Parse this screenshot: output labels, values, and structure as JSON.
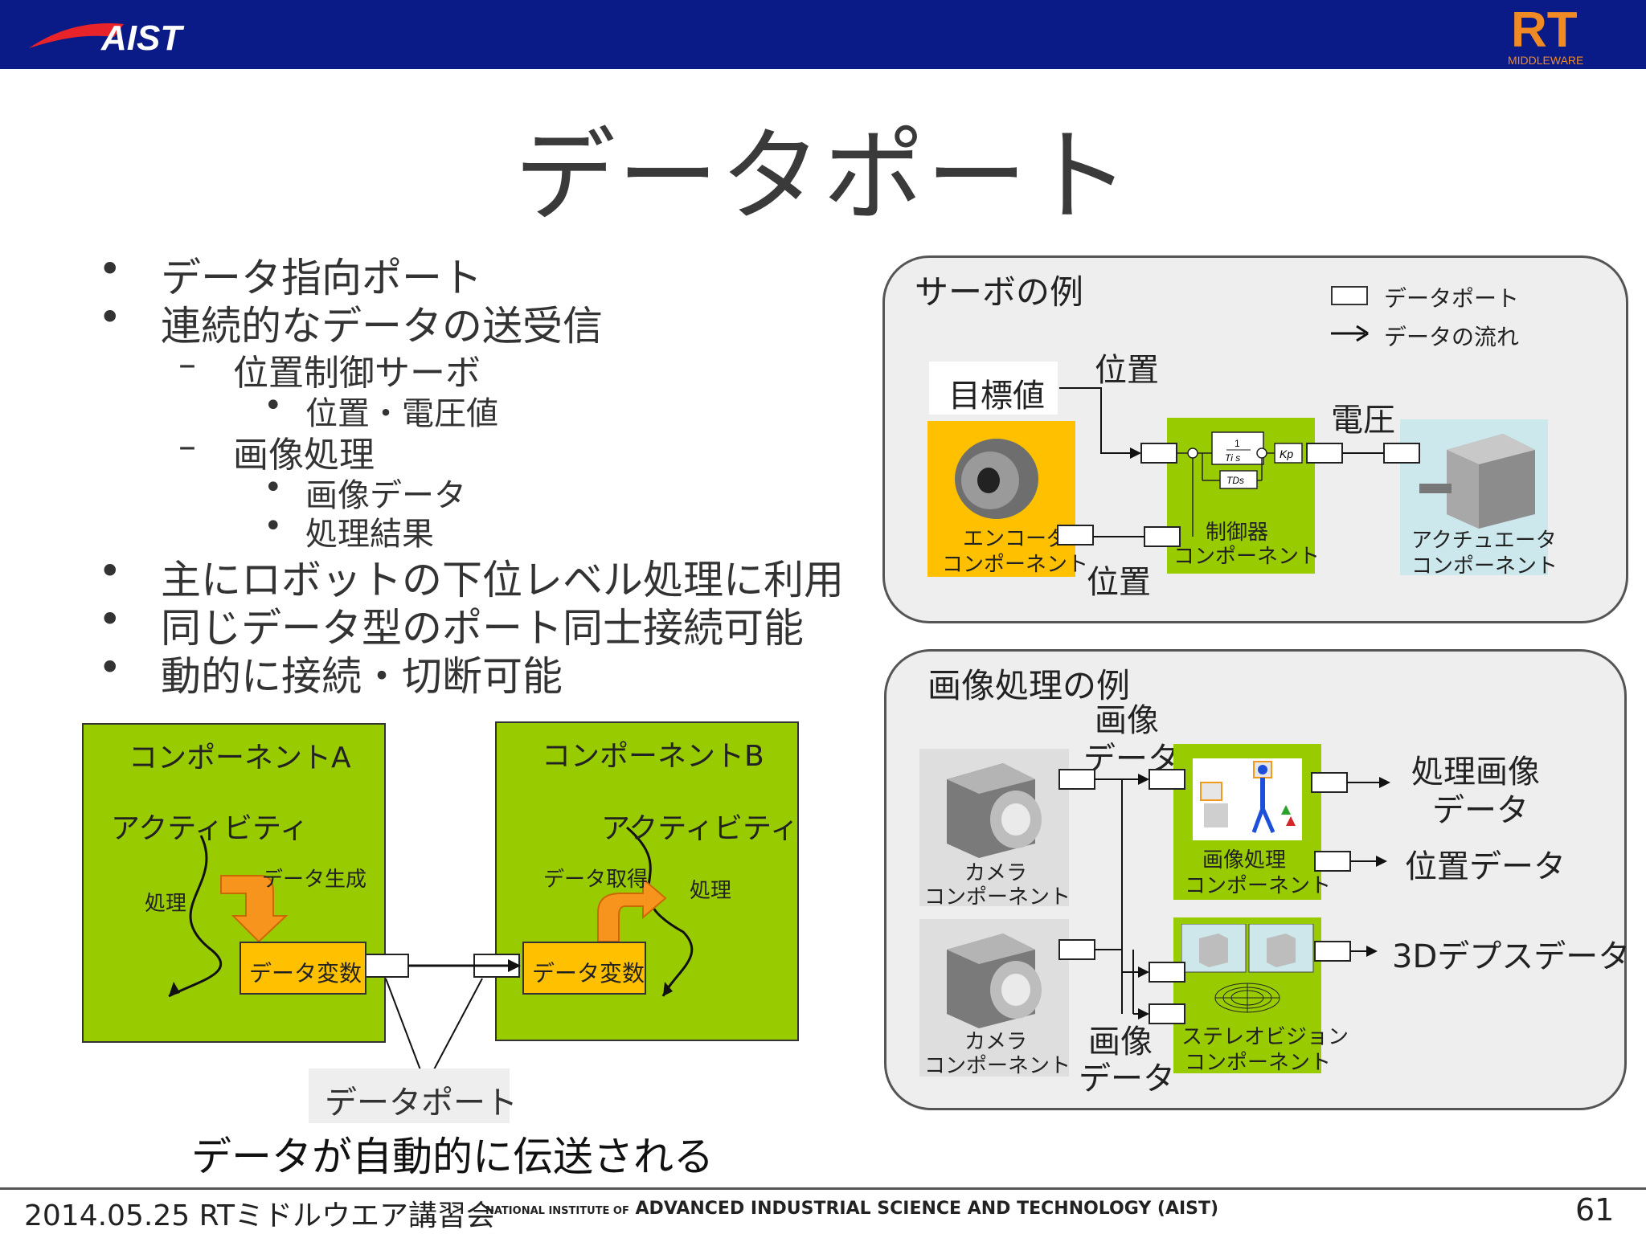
{
  "header": {
    "logo_text": "AIST",
    "rt_logo_text": "RT",
    "rt_logo_sub": "MIDDLEWARE",
    "accent_color": "#0a1a86"
  },
  "slide": {
    "title": "データポート",
    "bullets": [
      "データ指向ポート",
      "連続的なデータの送受信",
      "位置制御サーボ",
      "位置・電圧値",
      "画像処理",
      "画像データ",
      "処理結果",
      "主にロボットの下位レベル処理に利用",
      "同じデータ型のポート同士接続可能",
      "動的に接続・切断可能"
    ],
    "bullet_markers": {
      "dot": "•",
      "dash": "–"
    }
  },
  "component_diagram": {
    "comp_a": "コンポーネントA",
    "comp_b": "コンポーネントB",
    "activity_a": "アクティビティ",
    "activity_b": "アクティビティ",
    "proc_a": "処理",
    "proc_b": "処理",
    "gen": "データ生成",
    "get": "データ取得",
    "var_a": "データ変数",
    "var_b": "データ変数",
    "port_label": "データポート",
    "caption": "データが自動的に伝送される",
    "green": "#99cc00",
    "orange": "#ffc000"
  },
  "servo_example": {
    "title": "サーボの例",
    "legend_port": "データポート",
    "legend_flow": "データの流れ",
    "target": "目標値",
    "pos_top": "位置",
    "voltage": "電圧",
    "pos_bottom": "位置",
    "encoder": [
      "エンコーダ",
      "コンポーネント"
    ],
    "controller": [
      "制御器",
      "コンポーネント"
    ],
    "actuator": [
      "アクチュエータ",
      "コンポーネント"
    ],
    "pid_ti": "Ti s",
    "pid_td": "TDs",
    "pid_kp": "Kp",
    "pid_one": "1"
  },
  "image_example": {
    "title": "画像処理の例",
    "img_data_top": [
      "画像",
      "データ"
    ],
    "img_data_bottom": [
      "画像",
      "データ"
    ],
    "camera1": [
      "カメラ",
      "コンポーネント"
    ],
    "camera2": [
      "カメラ",
      "コンポーネント"
    ],
    "improc": [
      "画像処理",
      "コンポーネント"
    ],
    "stereo": [
      "ステレオビジョン",
      "コンポーネント"
    ],
    "out1": [
      "処理画像",
      "データ"
    ],
    "out2": "位置データ",
    "out3": "3Dデプスデータ"
  },
  "footer": {
    "left": "2014.05.25 RTミドルウエア講習会",
    "center_small": "NATIONAL INSTITUTE OF",
    "center_big": "ADVANCED INDUSTRIAL SCIENCE AND TECHNOLOGY (AIST)",
    "page": "61"
  }
}
